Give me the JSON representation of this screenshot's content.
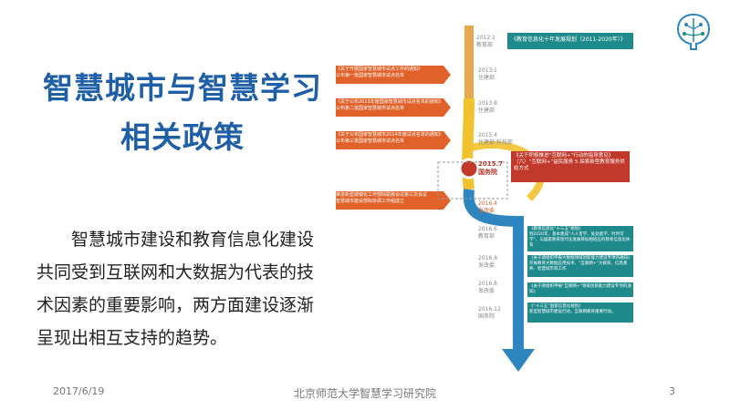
{
  "slide": {
    "title_line1": "智慧城市与智慧学习",
    "title_line2": "相关政策",
    "body": "智慧城市建设和教育信息化建设共同受到互联网和大数据为代表的技术因素的重要影响，两方面建设逐渐呈现出相互支持的趋势。",
    "footer_date": "2017/6/19",
    "footer_org": "北京师范大学智慧学习研究院",
    "page_number": "3"
  },
  "timeline": {
    "left_items": [
      {
        "title": "《关于开展国家智慧城市试点工作的通知》",
        "sub": "公布第一批国家智慧城市试点名单"
      },
      {
        "title": "《关于公布2013年度国家智慧城市试点名单的通知》",
        "sub": "公布第二批国家智慧城市试点名单"
      },
      {
        "title": "《关于公布国家智慧城市2014年度试点名单的通知》",
        "sub": "公布第三批国家智慧城市试点名单"
      },
      {
        "title": "推进新型城镇化工作部际联席会议第三次会议",
        "sub": "智慧城市建设部际协调工作组成立"
      }
    ],
    "right_items": [
      {
        "date": "2012.1",
        "dept": "教育部",
        "title": "《教育信息化十年发展规划（2011-2020年）》",
        "sub": ""
      },
      {
        "date": "2015.7",
        "dept": "国务院",
        "title": "《关于积极推进“互联网+”行动的指导意见》",
        "sub": "（六）“互联网+”益民服务 5.探索新型教育服务供给方式"
      },
      {
        "date": "2016.6",
        "dept": "教育部",
        "title": "《教育信息化“十三五”规划》",
        "sub": "到2020年，基本建成“人人皆学、处处能学、时时可学”、与国家教育现代化发展目标相适应的教育信息化体系"
      },
      {
        "date": "2016.8",
        "dept": "发改委",
        "title": "《关于请组织申报大数据领域创新能力建设专项的通知》",
        "sub": "开展教育大数据应用技术、“互联网+”大教育、信息素养、智慧城市等工作"
      },
      {
        "date": "2016.8",
        "dept": "发改委",
        "title": "《关于请组织申报“互联网+”领域创新能力建设专项的通知》",
        "sub": ""
      },
      {
        "date": "2016.12",
        "dept": "国务院",
        "title": "《“十三五”国家信息化规划》",
        "sub": "新型智慧城市建设行动，互联网教育重要行动。"
      }
    ],
    "mid_dates": [
      {
        "date": "2013.1",
        "dept": "住建部"
      },
      {
        "date": "2013.8",
        "dept": "住建部"
      },
      {
        "date": "2015.4",
        "dept": "住建部 科技部"
      },
      {
        "date": "2016.4",
        "dept": "发改委"
      }
    ]
  },
  "colors": {
    "title_blue": "#1f5fa8",
    "teal": "#1f8a8c",
    "orange": "#e0622a",
    "yellow": "#f2c12e",
    "blue": "#2e86c1"
  }
}
